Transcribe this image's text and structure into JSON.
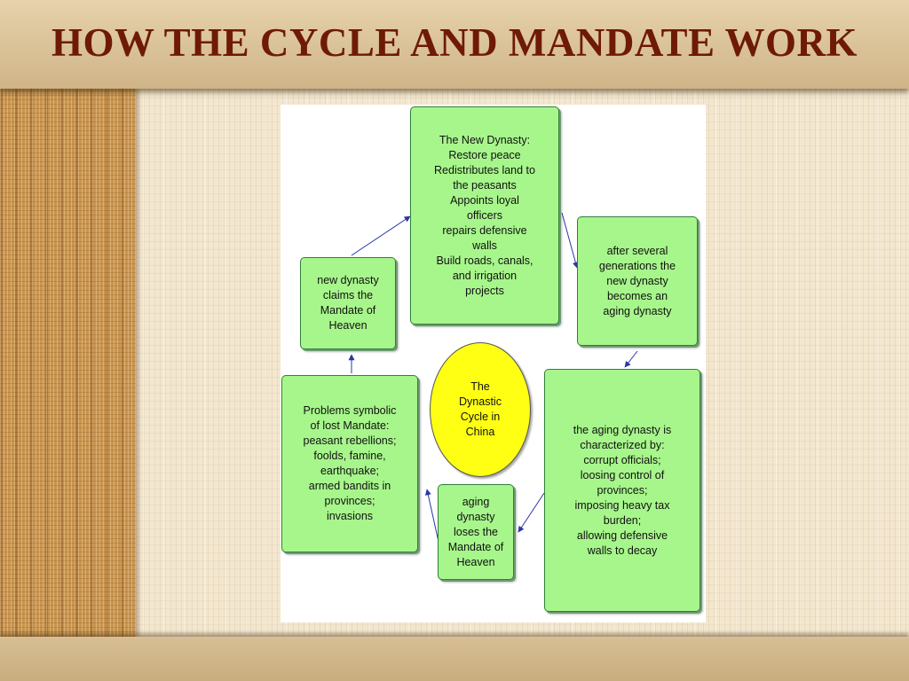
{
  "slide": {
    "title": "HOW THE CYCLE AND MANDATE WORK"
  },
  "diagram": {
    "center": "The\nDynastic\nCycle in\nChina",
    "new_dynasty": "The New Dynasty:\nRestore peace\nRedistributes land to\nthe peasants\nAppoints loyal\nofficers\nrepairs defensive\nwalls\nBuild roads, canals,\nand irrigation\nprojects",
    "after_generations": "after several\ngenerations the\nnew dynasty\nbecomes an\naging dynasty",
    "aging_characterized": "the aging dynasty is\ncharacterized by:\ncorrupt officials;\nloosing control of\nprovinces;\nimposing heavy tax\nburden;\nallowing defensive\nwalls to decay",
    "loses_mandate": "aging\ndynasty\nloses the\nMandate of\nHeaven",
    "problems_symbolic": "Problems symbolic\nof lost Mandate:\npeasant rebellions;\nfoolds, famine,\nearthquake;\narmed bandits in\nprovinces;\ninvasions",
    "claims_mandate": "new dynasty\nclaims the\nMandate of\nHeaven"
  },
  "colors": {
    "title": "#6e1a06",
    "box_fill": "#a7f68b",
    "center_fill": "#ffff14",
    "arrow": "#2b35a8"
  }
}
